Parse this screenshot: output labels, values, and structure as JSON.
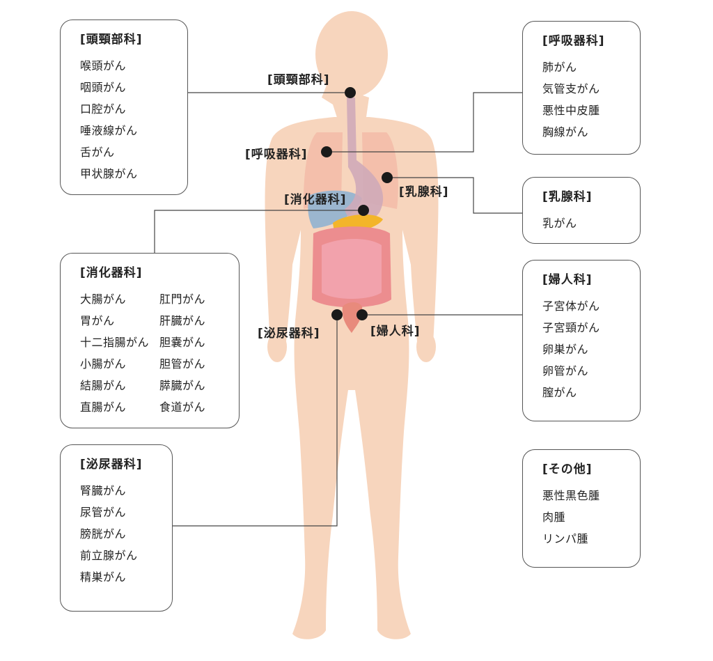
{
  "figure_labels": {
    "head_neck": "[頭頸部科]",
    "respiratory": "[呼吸器科]",
    "breast": "[乳腺科]",
    "digestive": "[消化器科]",
    "urology": "[泌尿器科]",
    "gynecology": "[婦人科]"
  },
  "boxes": {
    "head_neck": {
      "title": "[頭頸部科]",
      "items": [
        "喉頭がん",
        "咽頭がん",
        "口腔がん",
        "唾液線がん",
        "舌がん",
        "甲状腺がん"
      ]
    },
    "respiratory": {
      "title": "[呼吸器科]",
      "items": [
        "肺がん",
        "気管支がん",
        "悪性中皮腫",
        "胸線がん"
      ]
    },
    "breast": {
      "title": "[乳腺科]",
      "items": [
        "乳がん"
      ]
    },
    "gynecology": {
      "title": "[婦人科]",
      "items": [
        "子宮体がん",
        "子宮頸がん",
        "卵巣がん",
        "卵管がん",
        "膣がん"
      ]
    },
    "other": {
      "title": "[その他]",
      "items": [
        "悪性黒色腫",
        "肉腫",
        "リンパ腫"
      ]
    },
    "digestive": {
      "title": "[消化器科]",
      "items_left": [
        "大腸がん",
        "胃がん",
        "十二指腸がん",
        "小腸がん",
        "結腸がん",
        "直腸がん"
      ],
      "items_right": [
        "肛門がん",
        "肝臓がん",
        "胆嚢がん",
        "胆管がん",
        "膵臓がん",
        "食道がん"
      ]
    },
    "urology": {
      "title": "[泌尿器科]",
      "items": [
        "腎臓がん",
        "尿管がん",
        "膀胱がん",
        "前立腺がん",
        "精巣がん"
      ]
    }
  },
  "colors": {
    "skin": "#f7d5bd",
    "line": "#444444",
    "dot": "#1a1a1a"
  }
}
